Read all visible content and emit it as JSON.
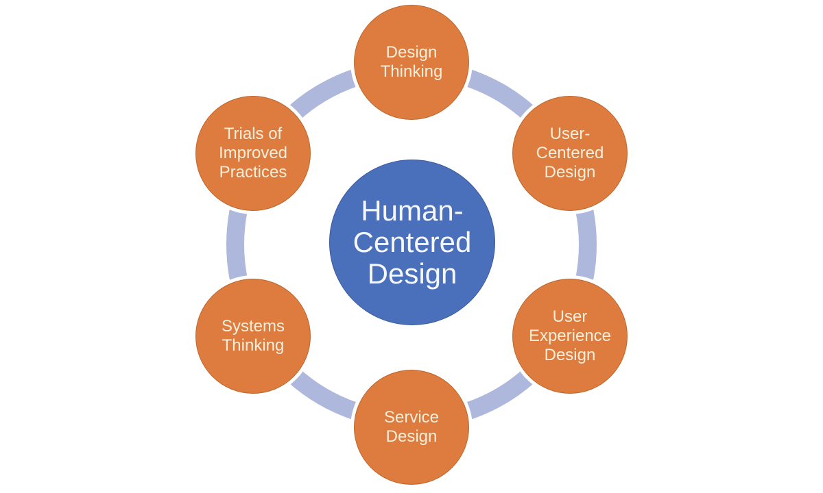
{
  "diagram": {
    "center": {
      "label": "Human-\nCentered\nDesign"
    },
    "nodes": [
      {
        "id": "design-thinking",
        "position": "top",
        "label": "Design\nThinking"
      },
      {
        "id": "user-centered-design",
        "position": "top-right",
        "label": "User-\nCentered\nDesign"
      },
      {
        "id": "user-experience-design",
        "position": "bottom-right",
        "label": "User\nExperience\nDesign"
      },
      {
        "id": "service-design",
        "position": "bottom",
        "label": "Service\nDesign"
      },
      {
        "id": "systems-thinking",
        "position": "bottom-left",
        "label": "Systems\nThinking"
      },
      {
        "id": "trials-of-improved-practices",
        "position": "top-left",
        "label": "Trials of\nImproved\nPractices"
      }
    ],
    "colors": {
      "node_fill": "#DD7C3E",
      "center_fill": "#4A70BC",
      "ring": "#AEB8DC",
      "node_text": "#F7EFDC",
      "center_text": "#F5F7FC",
      "background": "#FFFFFF"
    }
  }
}
